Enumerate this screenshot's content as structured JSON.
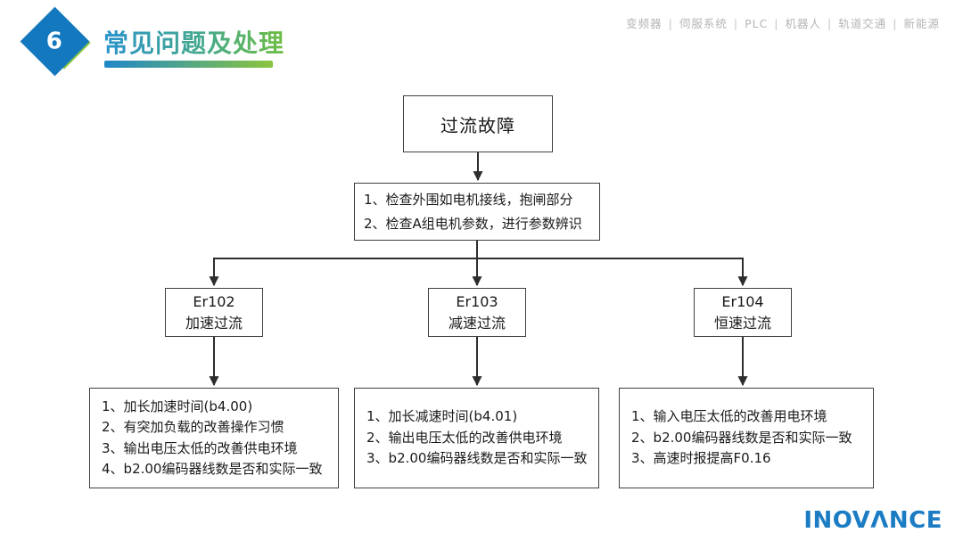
{
  "header": {
    "badge_number": "6",
    "title": "常见问题及处理",
    "categories": [
      "变频器",
      "伺服系统",
      "PLC",
      "机器人",
      "轨道交通",
      "新能源"
    ],
    "separator": "|"
  },
  "flowchart": {
    "root_label": "过流故障",
    "check_steps": [
      "1、检查外围如电机接线，抱闸部分",
      "2、检查A组电机参数，进行参数辨识"
    ],
    "branches": [
      {
        "code": "Er102",
        "name": "加速过流",
        "solutions": [
          "1、加长加速时间(b4.00)",
          "2、有突加负载的改善操作习惯",
          "3、输出电压太低的改善供电环境",
          "4、b2.00编码器线数是否和实际一致"
        ]
      },
      {
        "code": "Er103",
        "name": "减速过流",
        "solutions": [
          "1、加长减速时间(b4.01)",
          "2、输出电压太低的改善供电环境",
          "3、b2.00编码器线数是否和实际一致"
        ]
      },
      {
        "code": "Er104",
        "name": "恒速过流",
        "solutions": [
          "1、输入电压太低的改善用电环境",
          "2、b2.00编码器线数是否和实际一致",
          "3、高速时报提高F0.16"
        ]
      }
    ]
  },
  "footer": {
    "logo_text": "INOVANCE"
  },
  "colors": {
    "accent_blue": "#1478bf",
    "accent_green": "#8dc63f",
    "title_gradient_start": "#2a93cc",
    "title_gradient_end": "#6fbf44",
    "logo_blue": "#1b7cc4",
    "connector": "#2d2d2d",
    "categories_gray": "#b5b5b5"
  }
}
